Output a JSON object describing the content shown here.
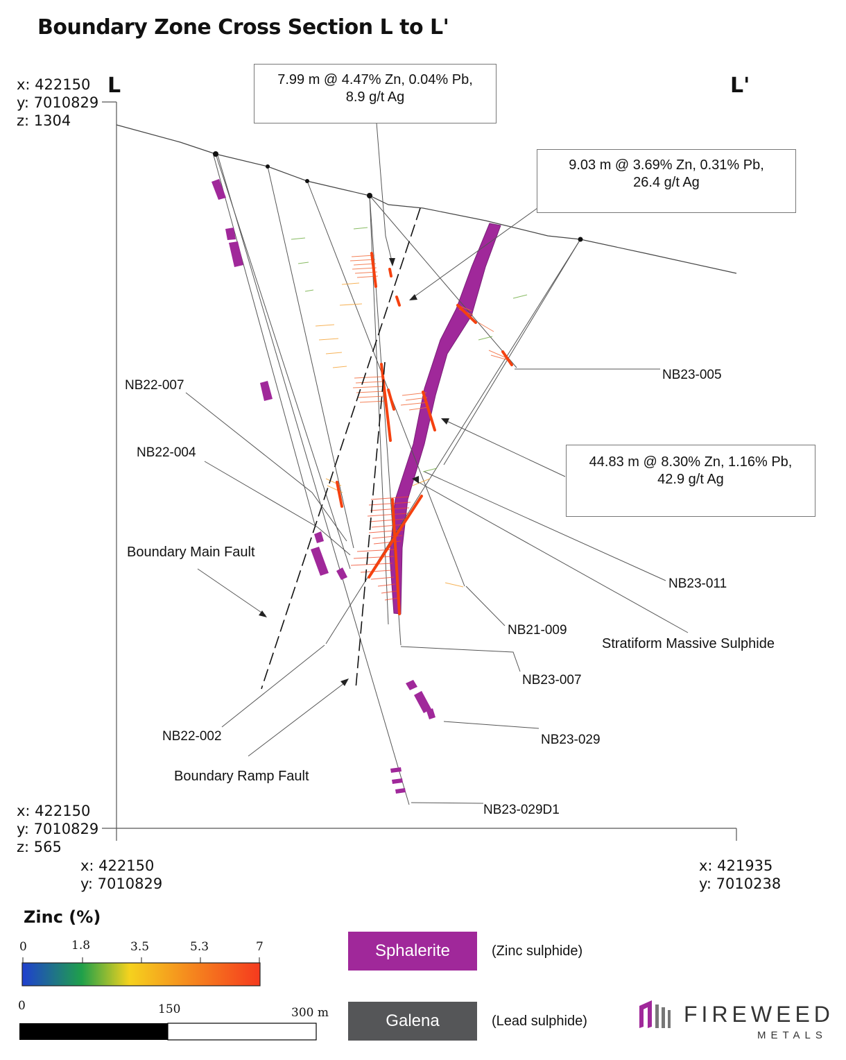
{
  "title": "Boundary Zone Cross Section L to L'",
  "section_end_labels": {
    "left": "L",
    "right": "L'"
  },
  "coords": {
    "top_left": [
      "x: 422150",
      "y: 7010829",
      "z: 1304"
    ],
    "bottom_left": [
      "x: 422150",
      "y: 7010829",
      "z: 565"
    ],
    "bottom_axis_left": [
      "x: 422150",
      "y: 7010829"
    ],
    "bottom_axis_right": [
      "x: 421935",
      "y: 7010238"
    ]
  },
  "callouts": [
    {
      "lines": [
        "7.99 m @ 4.47% Zn, 0.04% Pb,",
        "8.9 g/t Ag"
      ]
    },
    {
      "lines": [
        "9.03 m @ 3.69% Zn, 0.31% Pb,",
        "26.4 g/t Ag"
      ]
    },
    {
      "lines": [
        "44.83 m @ 8.30% Zn, 1.16% Pb,",
        "42.9 g/t Ag"
      ]
    }
  ],
  "drillholes": [
    "NB22-007",
    "NB22-004",
    "NB23-005",
    "NB23-011",
    "NB21-009",
    "NB23-007",
    "NB22-002",
    "NB23-029",
    "NB23-029D1"
  ],
  "features": [
    "Boundary Main Fault",
    "Boundary Ramp Fault",
    "Stratiform Massive Sulphide"
  ],
  "legend": {
    "zinc_title": "Zinc (%)",
    "zinc_ticks": [
      "0",
      "1.8",
      "3.5",
      "5.3",
      "7"
    ],
    "zinc_colors": [
      "#1f3fd0",
      "#1fa04a",
      "#f5d21e",
      "#f58a1e",
      "#f53a1e"
    ],
    "scale_ticks": [
      "0",
      "150",
      "300 m"
    ],
    "minerals": [
      {
        "name": "Sphalerite",
        "desc": "(Zinc sulphide)",
        "color": "#a0289a"
      },
      {
        "name": "Galena",
        "desc": "(Lead sulphide)",
        "color": "#555658"
      }
    ]
  },
  "logo": {
    "name": "FIREWEED",
    "sub": "METALS",
    "color": "#a0289a"
  }
}
